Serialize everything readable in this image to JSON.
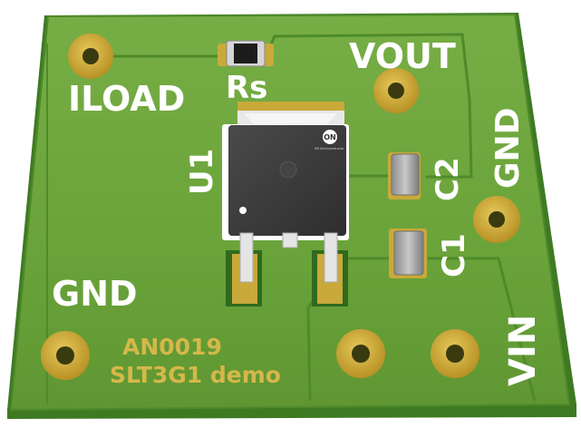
{
  "labels": {
    "iload": "ILOAD",
    "rs": "Rs",
    "vout": "VOUT",
    "gnd_right": "GND",
    "gnd_left": "GND",
    "u1": "U1",
    "c2": "C2",
    "c1": "C1",
    "vin": "VIN",
    "board_id": "AN0019",
    "board_name": "SLT3G1 demo",
    "chip_logo": "ON",
    "chip_brand": "ON Semiconductor"
  },
  "colors": {
    "pcb_green": "#6aa33a",
    "pcb_edge": "#3f7a22",
    "pad_gold": "#c9a93a",
    "silkscreen": "#ffffff",
    "board_text": "#d6b74a",
    "chip_body": "#3c3c3c"
  }
}
